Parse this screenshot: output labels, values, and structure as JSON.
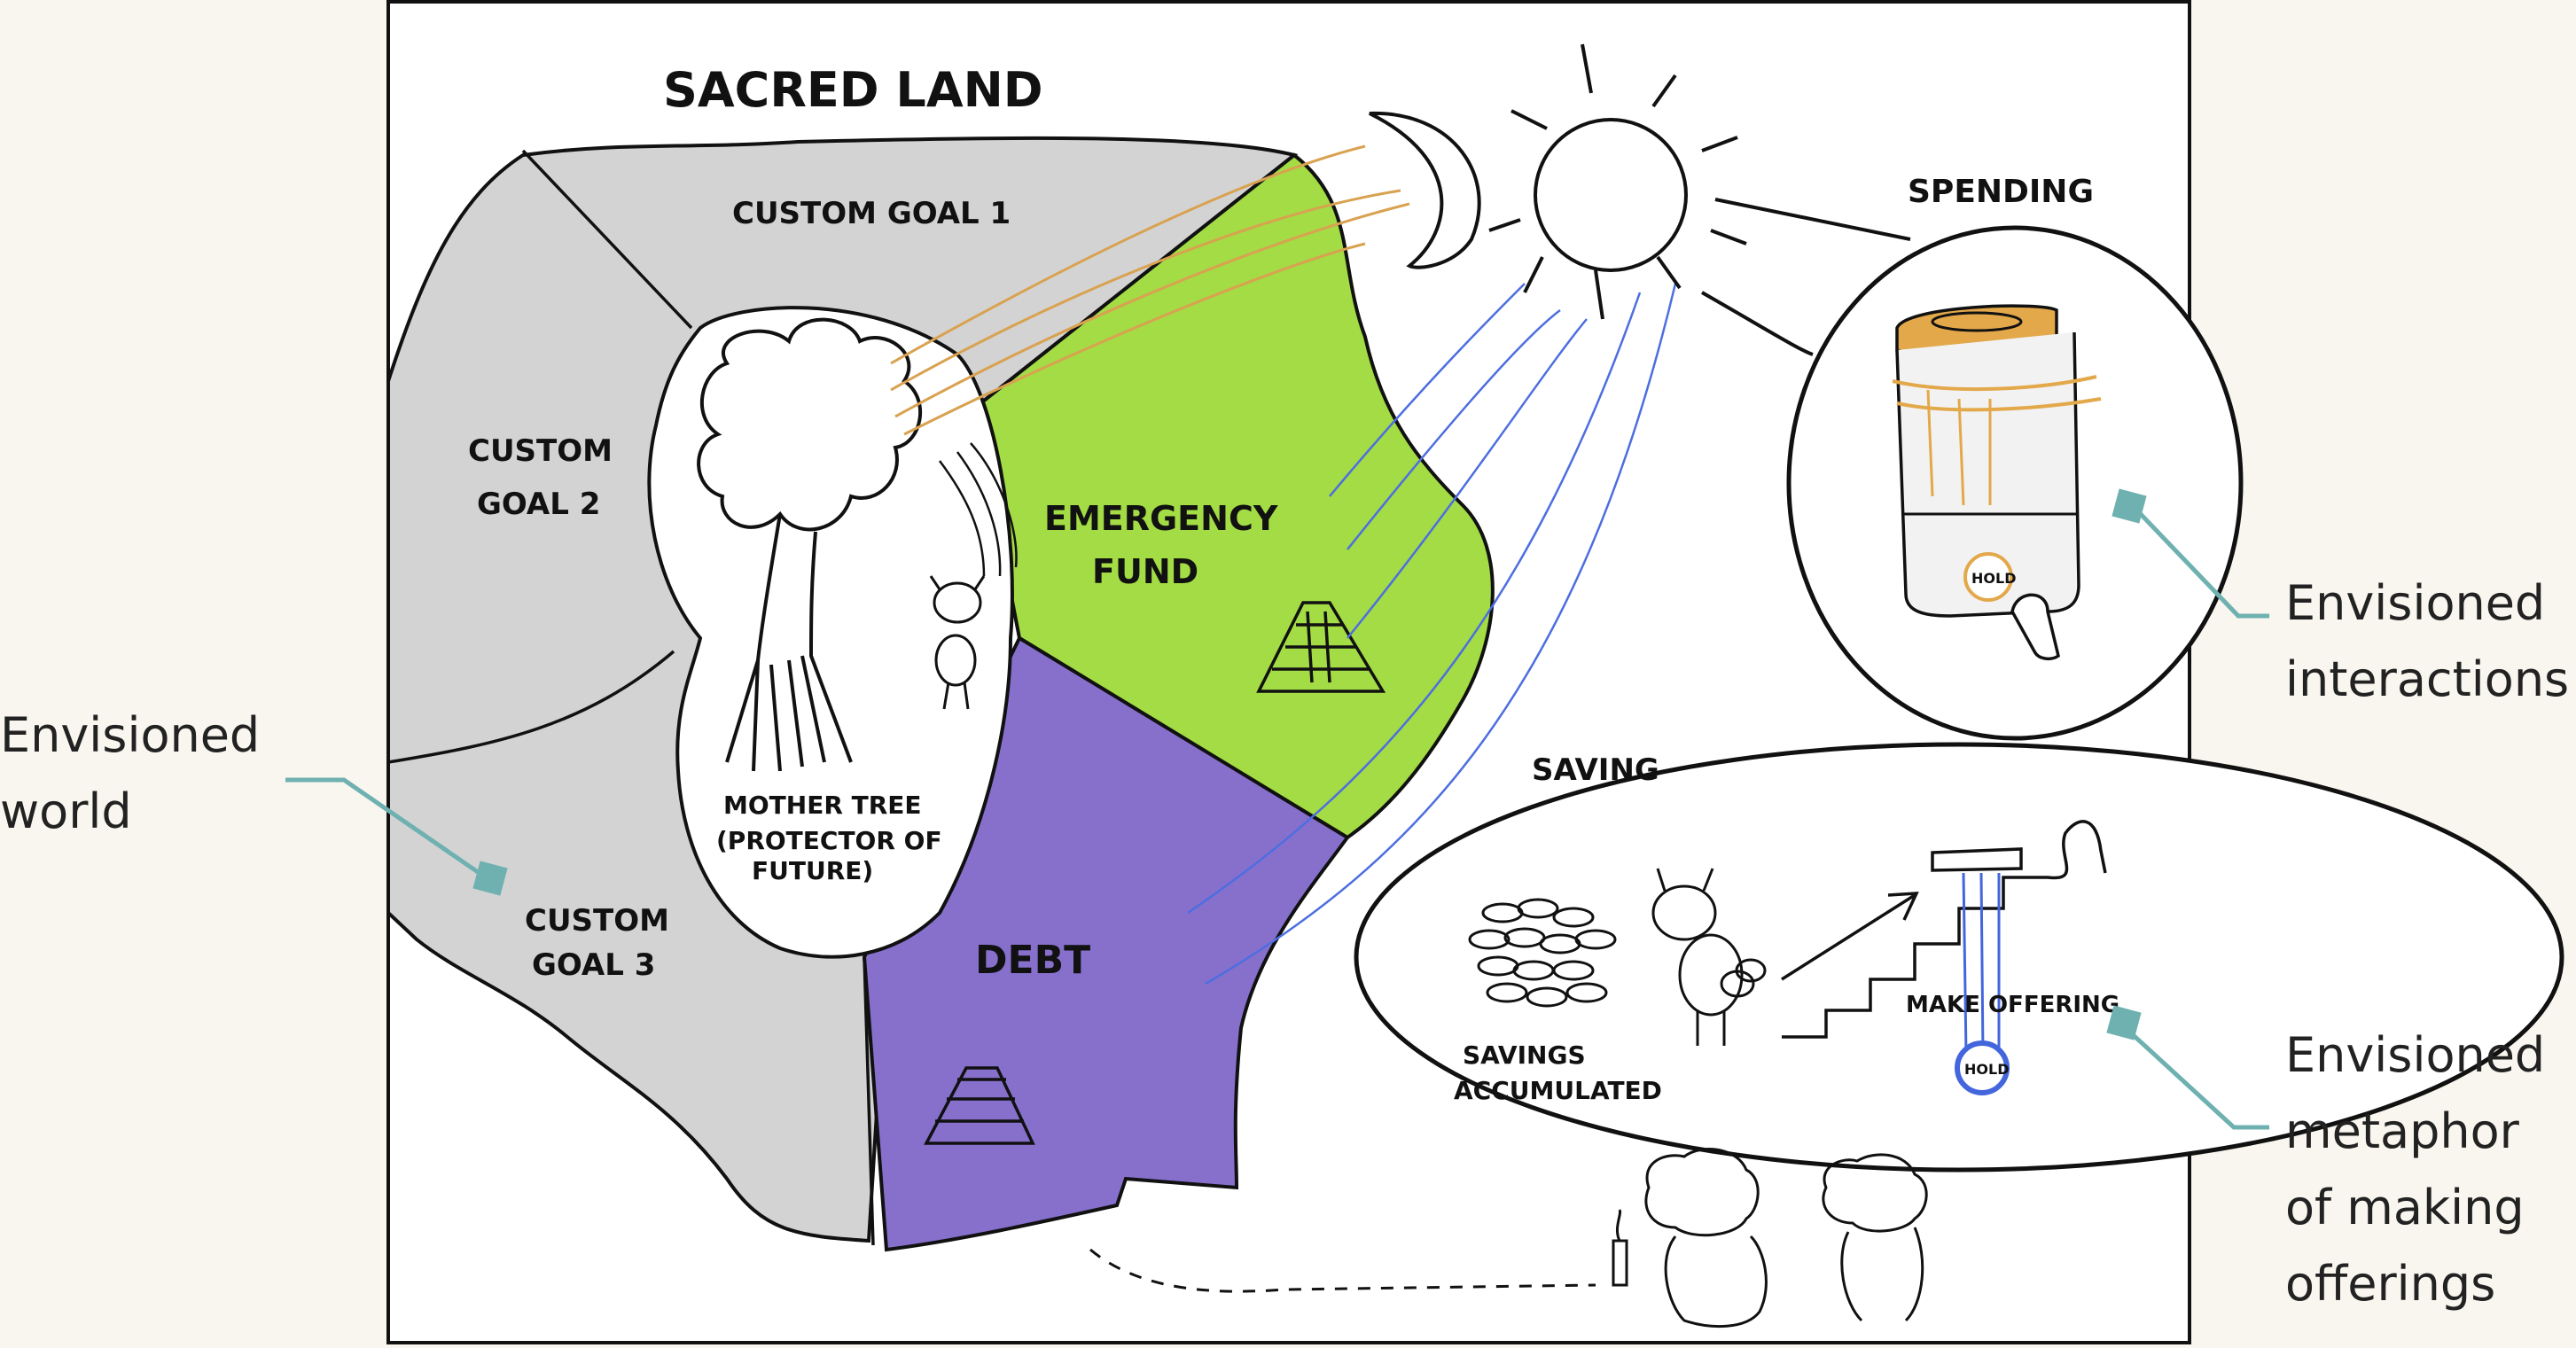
{
  "callouts": {
    "world": [
      "Envisioned",
      "world"
    ],
    "interactions": [
      "Envisioned",
      "interactions"
    ],
    "metaphor": [
      "Envisioned",
      "metaphor",
      "of making",
      "offerings"
    ]
  },
  "sketch": {
    "title": "SACRED LAND",
    "regions": {
      "goal1": "CUSTOM GOAL 1",
      "goal2": [
        "CUSTOM",
        "GOAL 2"
      ],
      "goal3": [
        "CUSTOM",
        "GOAL 3"
      ],
      "emergency": [
        "EMERGENCY",
        "FUND"
      ],
      "debt": "DEBT"
    },
    "tree": [
      "MOTHER TREE",
      "(PROTECTOR OF",
      "FUTURE)"
    ],
    "spending": {
      "title": "SPENDING",
      "hold_label": "HOLD"
    },
    "saving": {
      "title": "SAVING",
      "savings_label": [
        "SAVINGS",
        "ACCUMULATED"
      ],
      "offering_label": "MAKE OFFERING",
      "hold_label": "HOLD"
    }
  },
  "colors": {
    "gray_region": "#d3d3d3",
    "green_region": "#a3dc44",
    "purple_region": "#8670cc",
    "orange_accent": "#e3a84a",
    "blue_accent": "#4466dd",
    "callout_teal": "#6fb1b0",
    "background": "#f8f6ee"
  },
  "icons": [
    "moon-icon",
    "sun-icon",
    "pyramid-icon",
    "piggy-bank-icon",
    "sheep-icon",
    "candle-icon",
    "stairs-icon"
  ]
}
